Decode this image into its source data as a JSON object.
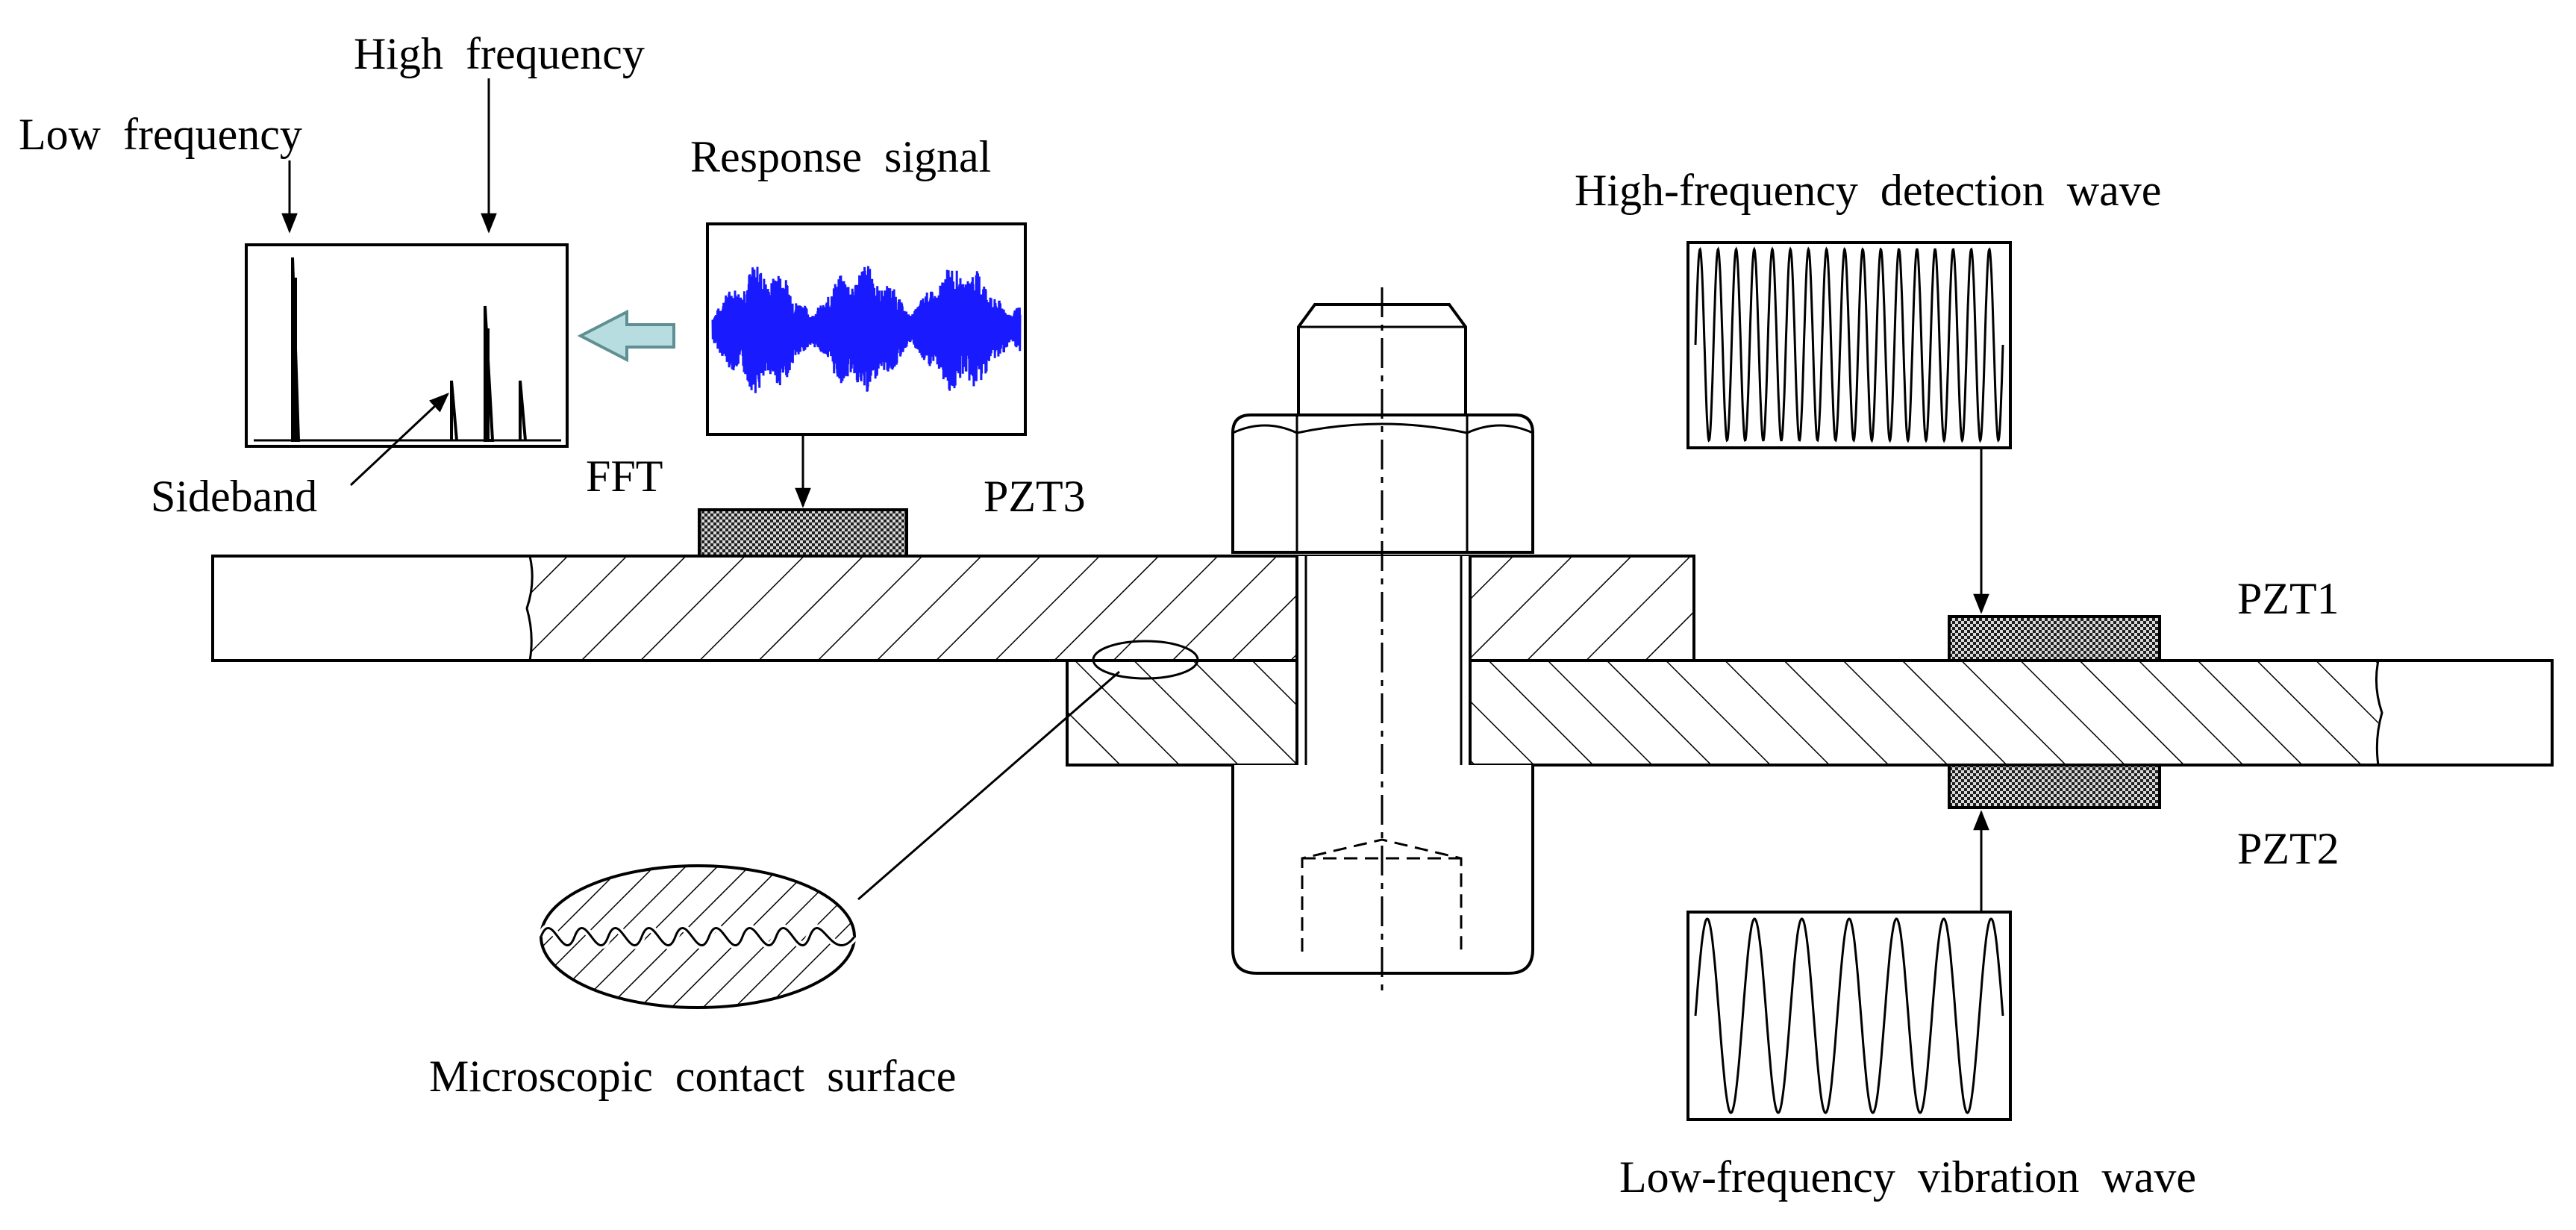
{
  "labels": {
    "high_frequency": "High  frequency",
    "low_frequency": "Low  frequency",
    "response_signal": "Response  signal",
    "sideband": "Sideband",
    "fft": "FFT",
    "pzt3": "PZT3",
    "pzt1": "PZT1",
    "pzt2": "PZT2",
    "hf_detection_wave": "High-frequency  detection  wave",
    "lf_vibration_wave": "Low-frequency  vibration  wave",
    "microscopic_contact_surface": "Microscopic  contact  surface"
  },
  "colors": {
    "signal": "#1a1aff",
    "arrow_fill": "#b7dde0",
    "arrow_stroke": "#5f8f93",
    "line": "#000000"
  }
}
